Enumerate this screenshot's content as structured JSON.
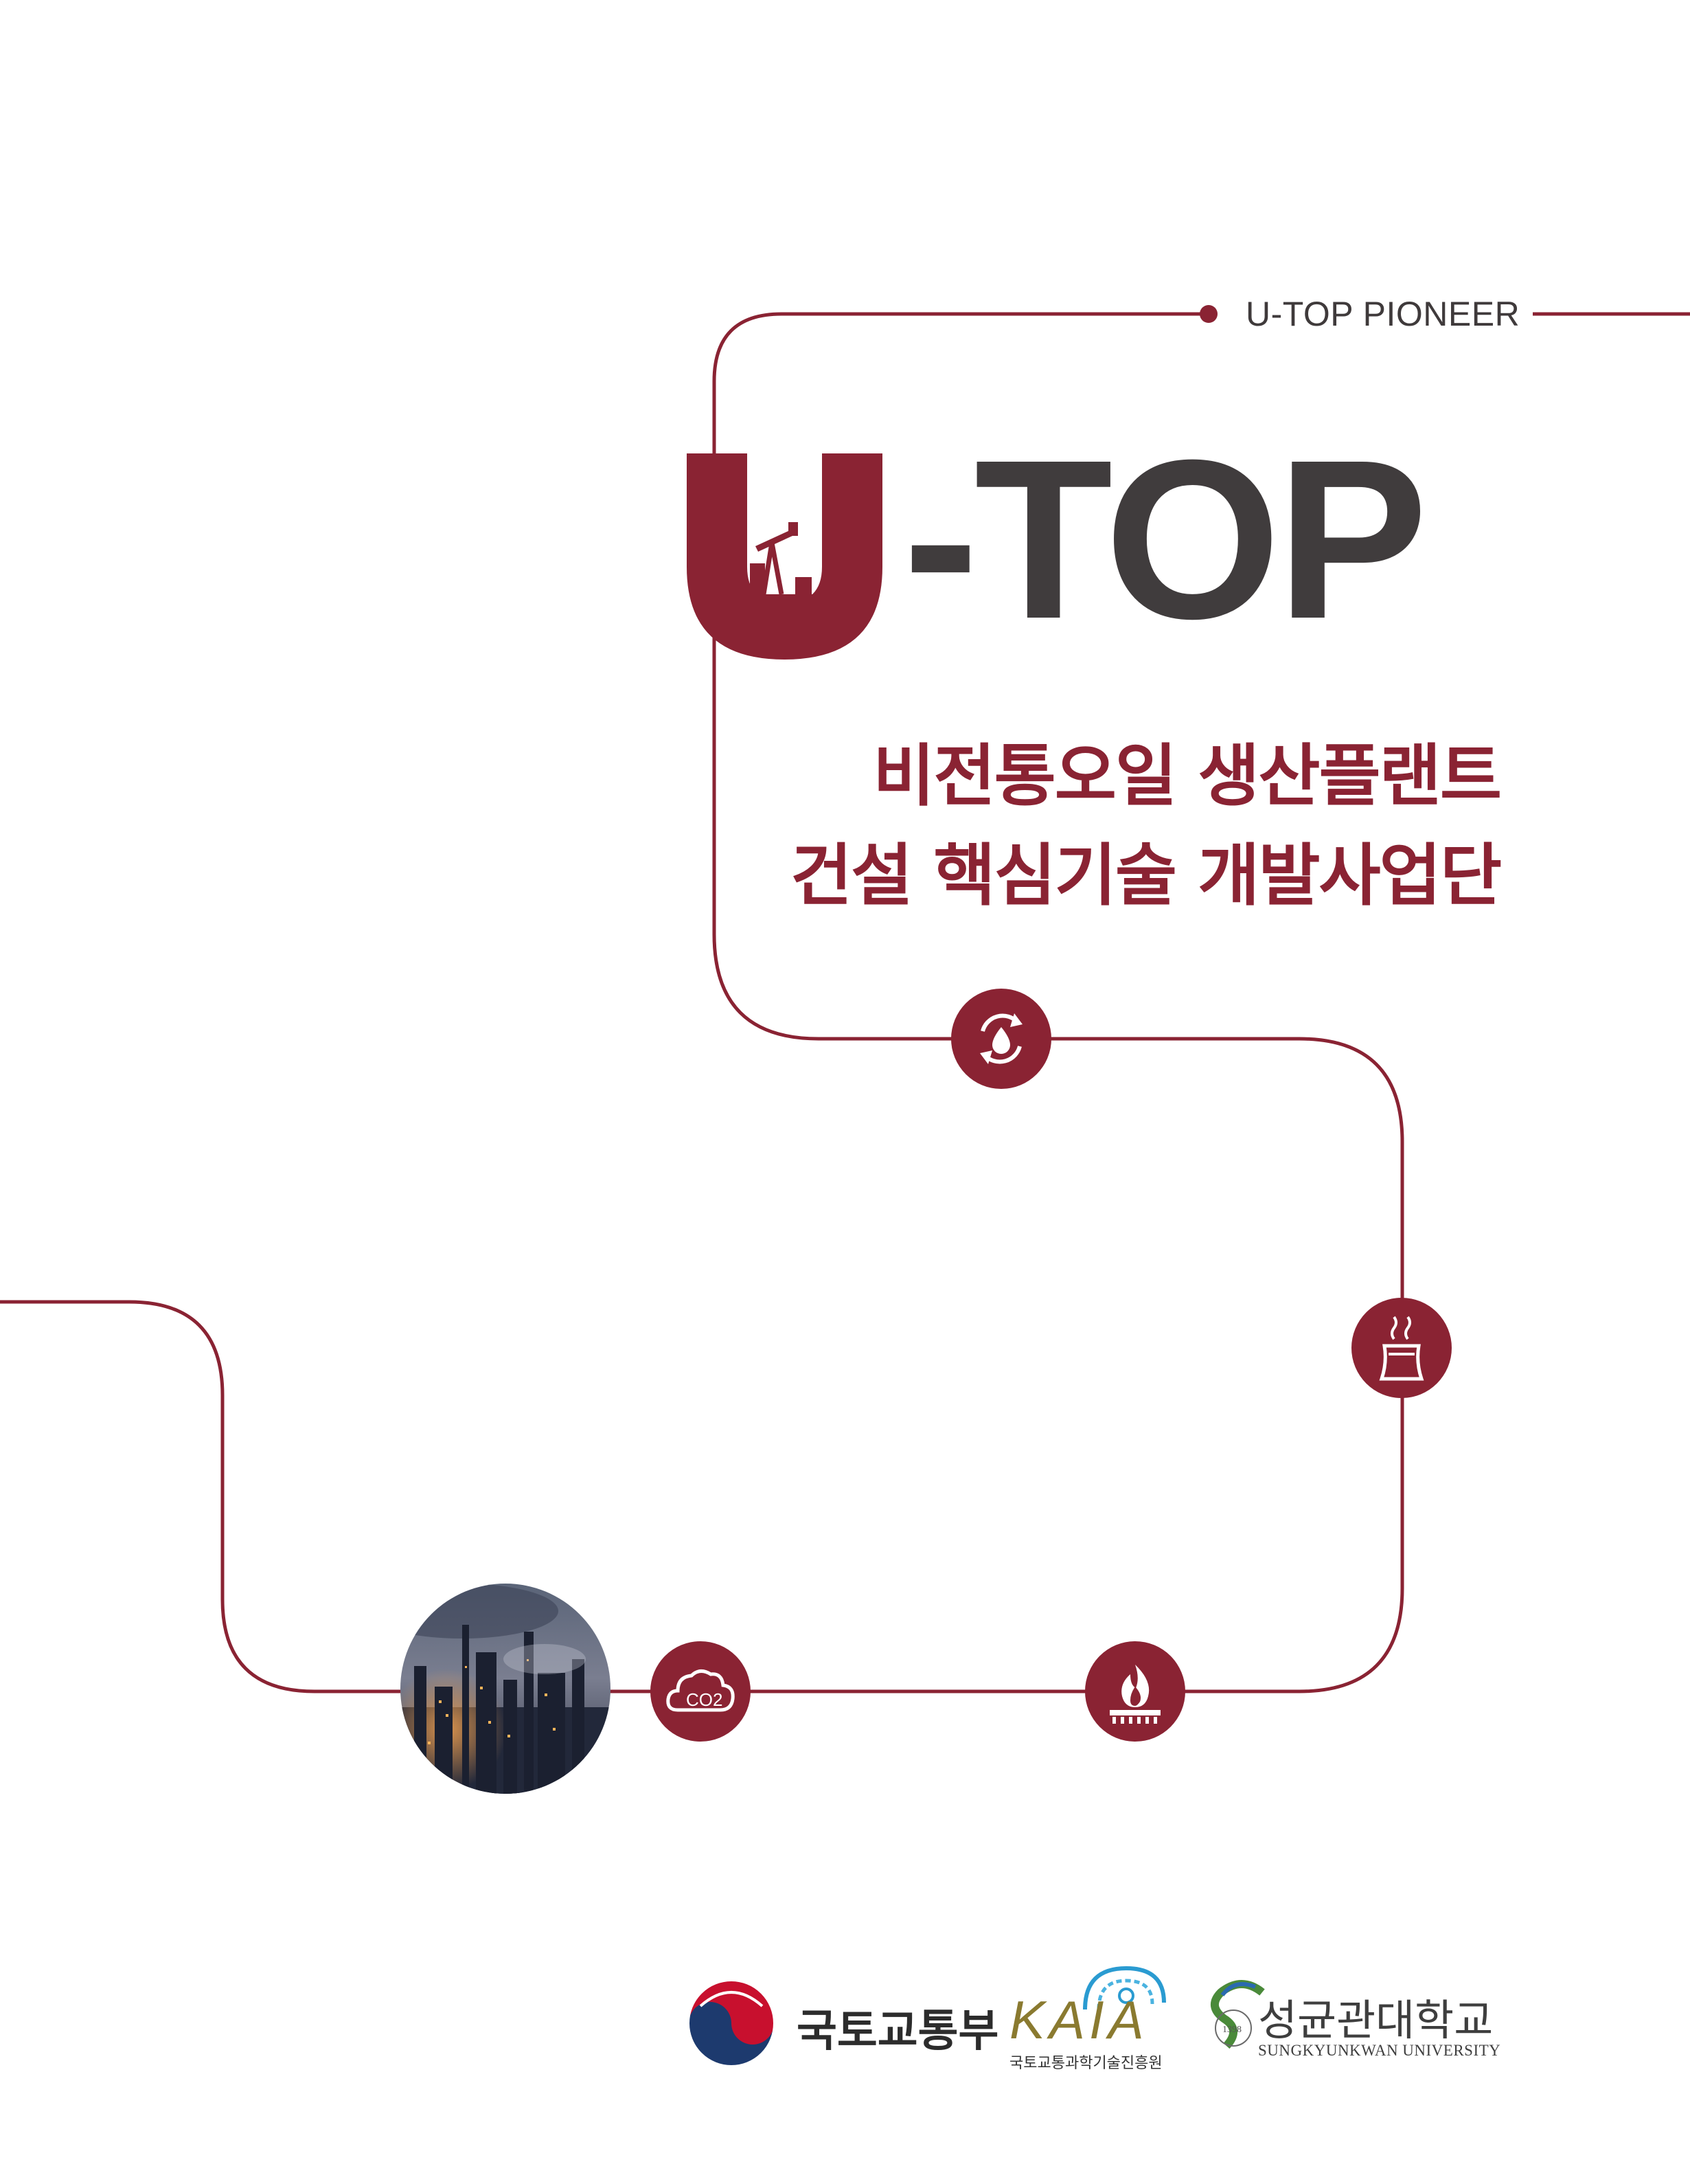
{
  "header": {
    "tagline": "U-TOP PIONEER"
  },
  "logo": {
    "first_letter": "U",
    "rest": "-TOP"
  },
  "subtitle": {
    "line1": "비전통오일 생산플랜트",
    "line2": "건설 핵심기술 개발사업단"
  },
  "icons": [
    "recycle-icon",
    "cooling-tower-icon",
    "burner-flame-icon",
    "co2-cloud-icon",
    "oil-pumpjack-icon"
  ],
  "co2_label": "CO2",
  "partners": {
    "ministry": "국토교통부",
    "kaia_name": "KAIA",
    "kaia_sub": "국토교통과학기술진흥원",
    "skku_name": "성균관대학교",
    "skku_sub": "SUNGKYUNKWAN UNIVERSITY",
    "skku_year": "1398"
  },
  "colors": {
    "brand": "#8a2333",
    "dark": "#403c3d",
    "kaia": "#8a7a30",
    "skku_green": "#4a8a3a"
  }
}
